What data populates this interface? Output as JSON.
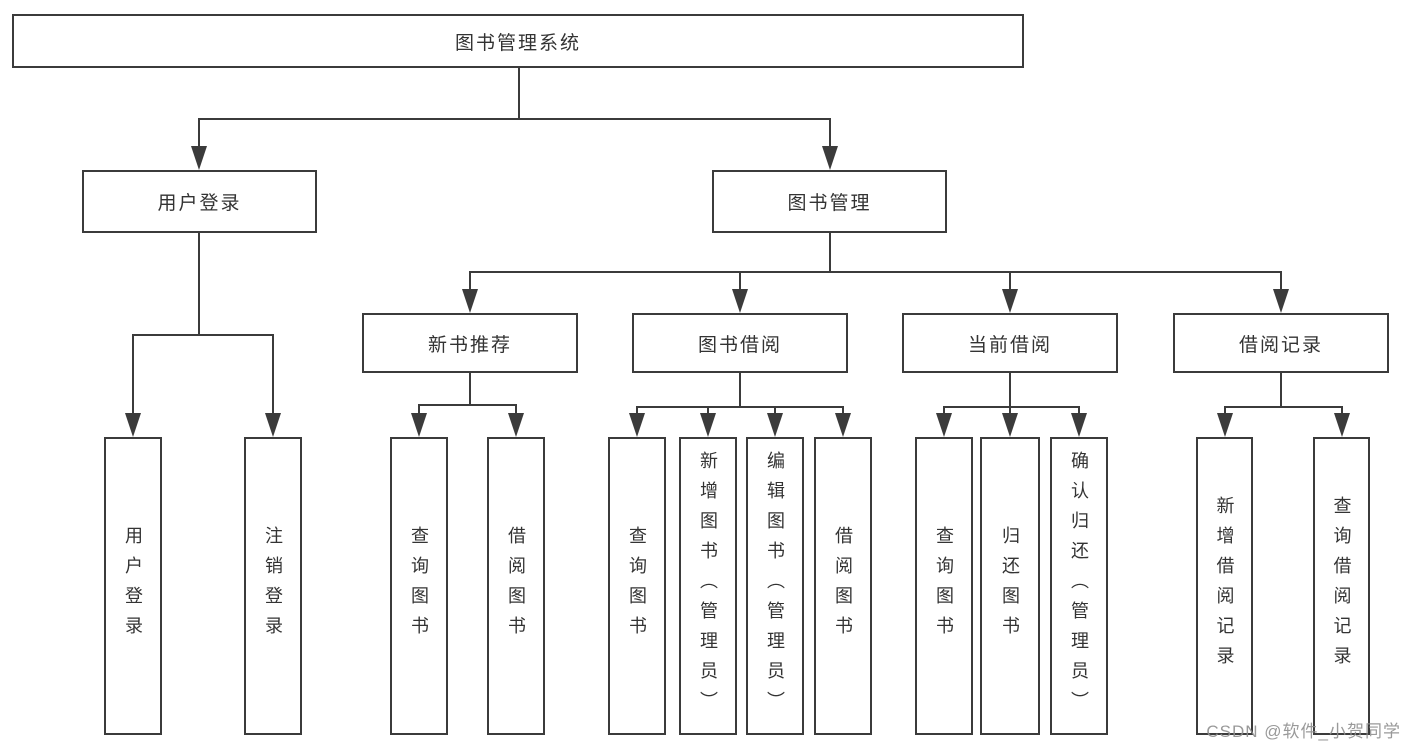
{
  "diagram": {
    "tree": {
      "root": "图书管理系统",
      "level2": [
        {
          "label": "用户登录",
          "children": [
            "用户登录",
            "注销登录"
          ]
        },
        {
          "label": "图书管理",
          "children": [
            {
              "label": "新书推荐",
              "children": [
                "查询图书",
                "借阅图书"
              ]
            },
            {
              "label": "图书借阅",
              "children": [
                "查询图书",
                "新增图书（管理员）",
                "编辑图书（管理员）",
                "借阅图书"
              ]
            },
            {
              "label": "当前借阅",
              "children": [
                "查询图书",
                "归还图书",
                "确认归还（管理员）"
              ]
            },
            {
              "label": "借阅记录",
              "children": [
                "新增借阅记录",
                "查询借阅记录"
              ]
            }
          ]
        }
      ]
    },
    "watermark": "CSDN @软件_小贺同学",
    "colors": {
      "background": "#ffffff",
      "line": "#3b3b3b",
      "box_border": "#3b3b3b",
      "text": "#333333",
      "watermark": "#8f8f8f"
    }
  }
}
